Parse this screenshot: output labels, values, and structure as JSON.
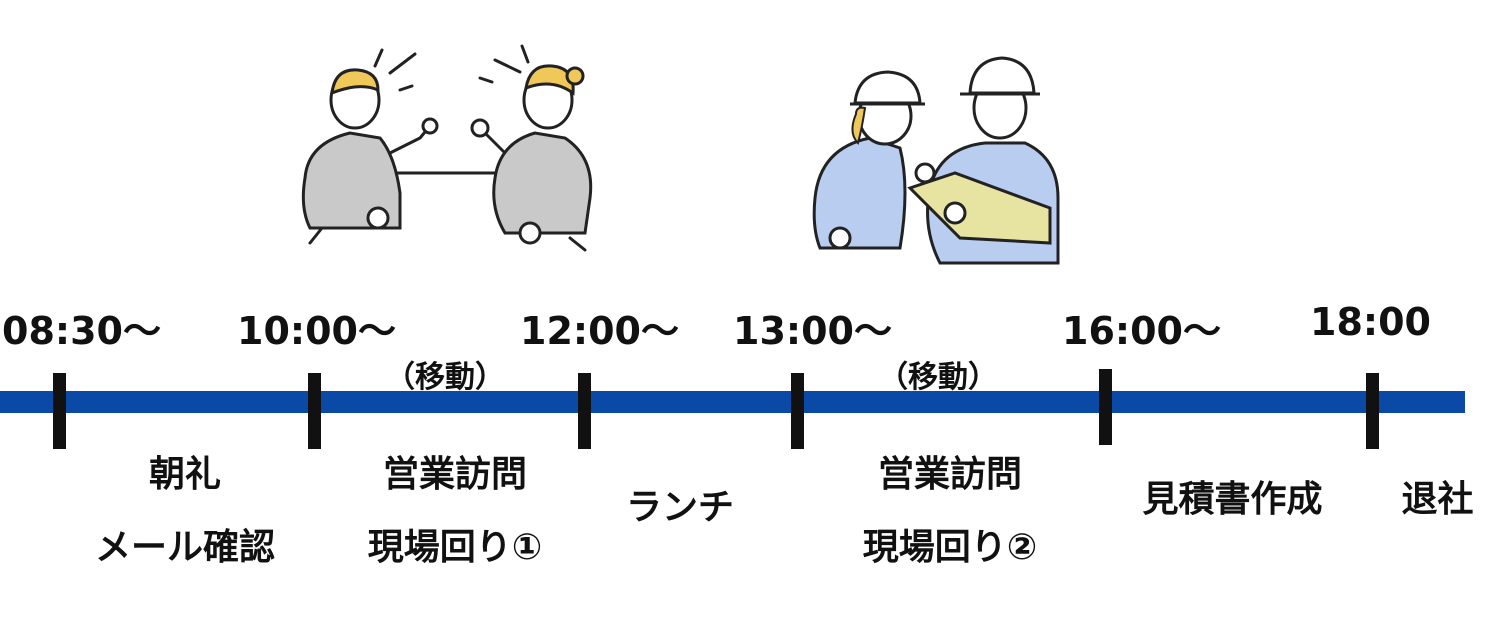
{
  "timeline": {
    "bar_color": "#0a4aa6",
    "times": [
      "08:30～",
      "10:00～",
      "12:00～",
      "13:00～",
      "16:00～",
      "18:00"
    ],
    "notes": [
      "（移動）",
      "（移動）"
    ],
    "activities": [
      {
        "line1": "朝礼",
        "line2": "メール確認"
      },
      {
        "line1": "営業訪問",
        "line2": "現場回り①"
      },
      {
        "line1": "ランチ"
      },
      {
        "line1": "営業訪問",
        "line2": "現場回り②"
      },
      {
        "line1": "見積書作成"
      },
      {
        "line1": "退社"
      }
    ]
  },
  "illustrations": [
    {
      "icon": "business-meeting-illustration",
      "colors": {
        "hair": "#f0c85a",
        "suit": "#c9c9c9"
      }
    },
    {
      "icon": "construction-workers-illustration",
      "colors": {
        "uniform": "#b9cdf1",
        "clipboard": "#e7e3a0"
      }
    }
  ]
}
